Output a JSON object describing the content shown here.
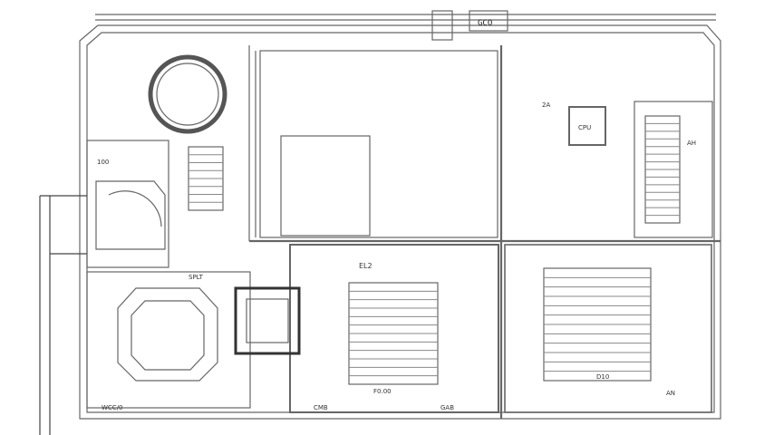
{
  "plan": {
    "wall_color": "#555555",
    "line_color": "#777777",
    "fill_light": "#f4f4f4",
    "labels": {
      "top_box": "GCO",
      "corridor_a": "EL2",
      "east_label": "AH",
      "sub_label_right": "2A",
      "small_box_left": "100",
      "bottom_left_box": "CMB",
      "bottom_mid_box": "GAB",
      "bottom_mid_text": "F0.00",
      "bottom_right_text": "D10",
      "chip_label": "CPU",
      "left_tag": "SPLT",
      "left_bottom_tag": "WCC/0",
      "bottom_right_box": "AN"
    }
  }
}
